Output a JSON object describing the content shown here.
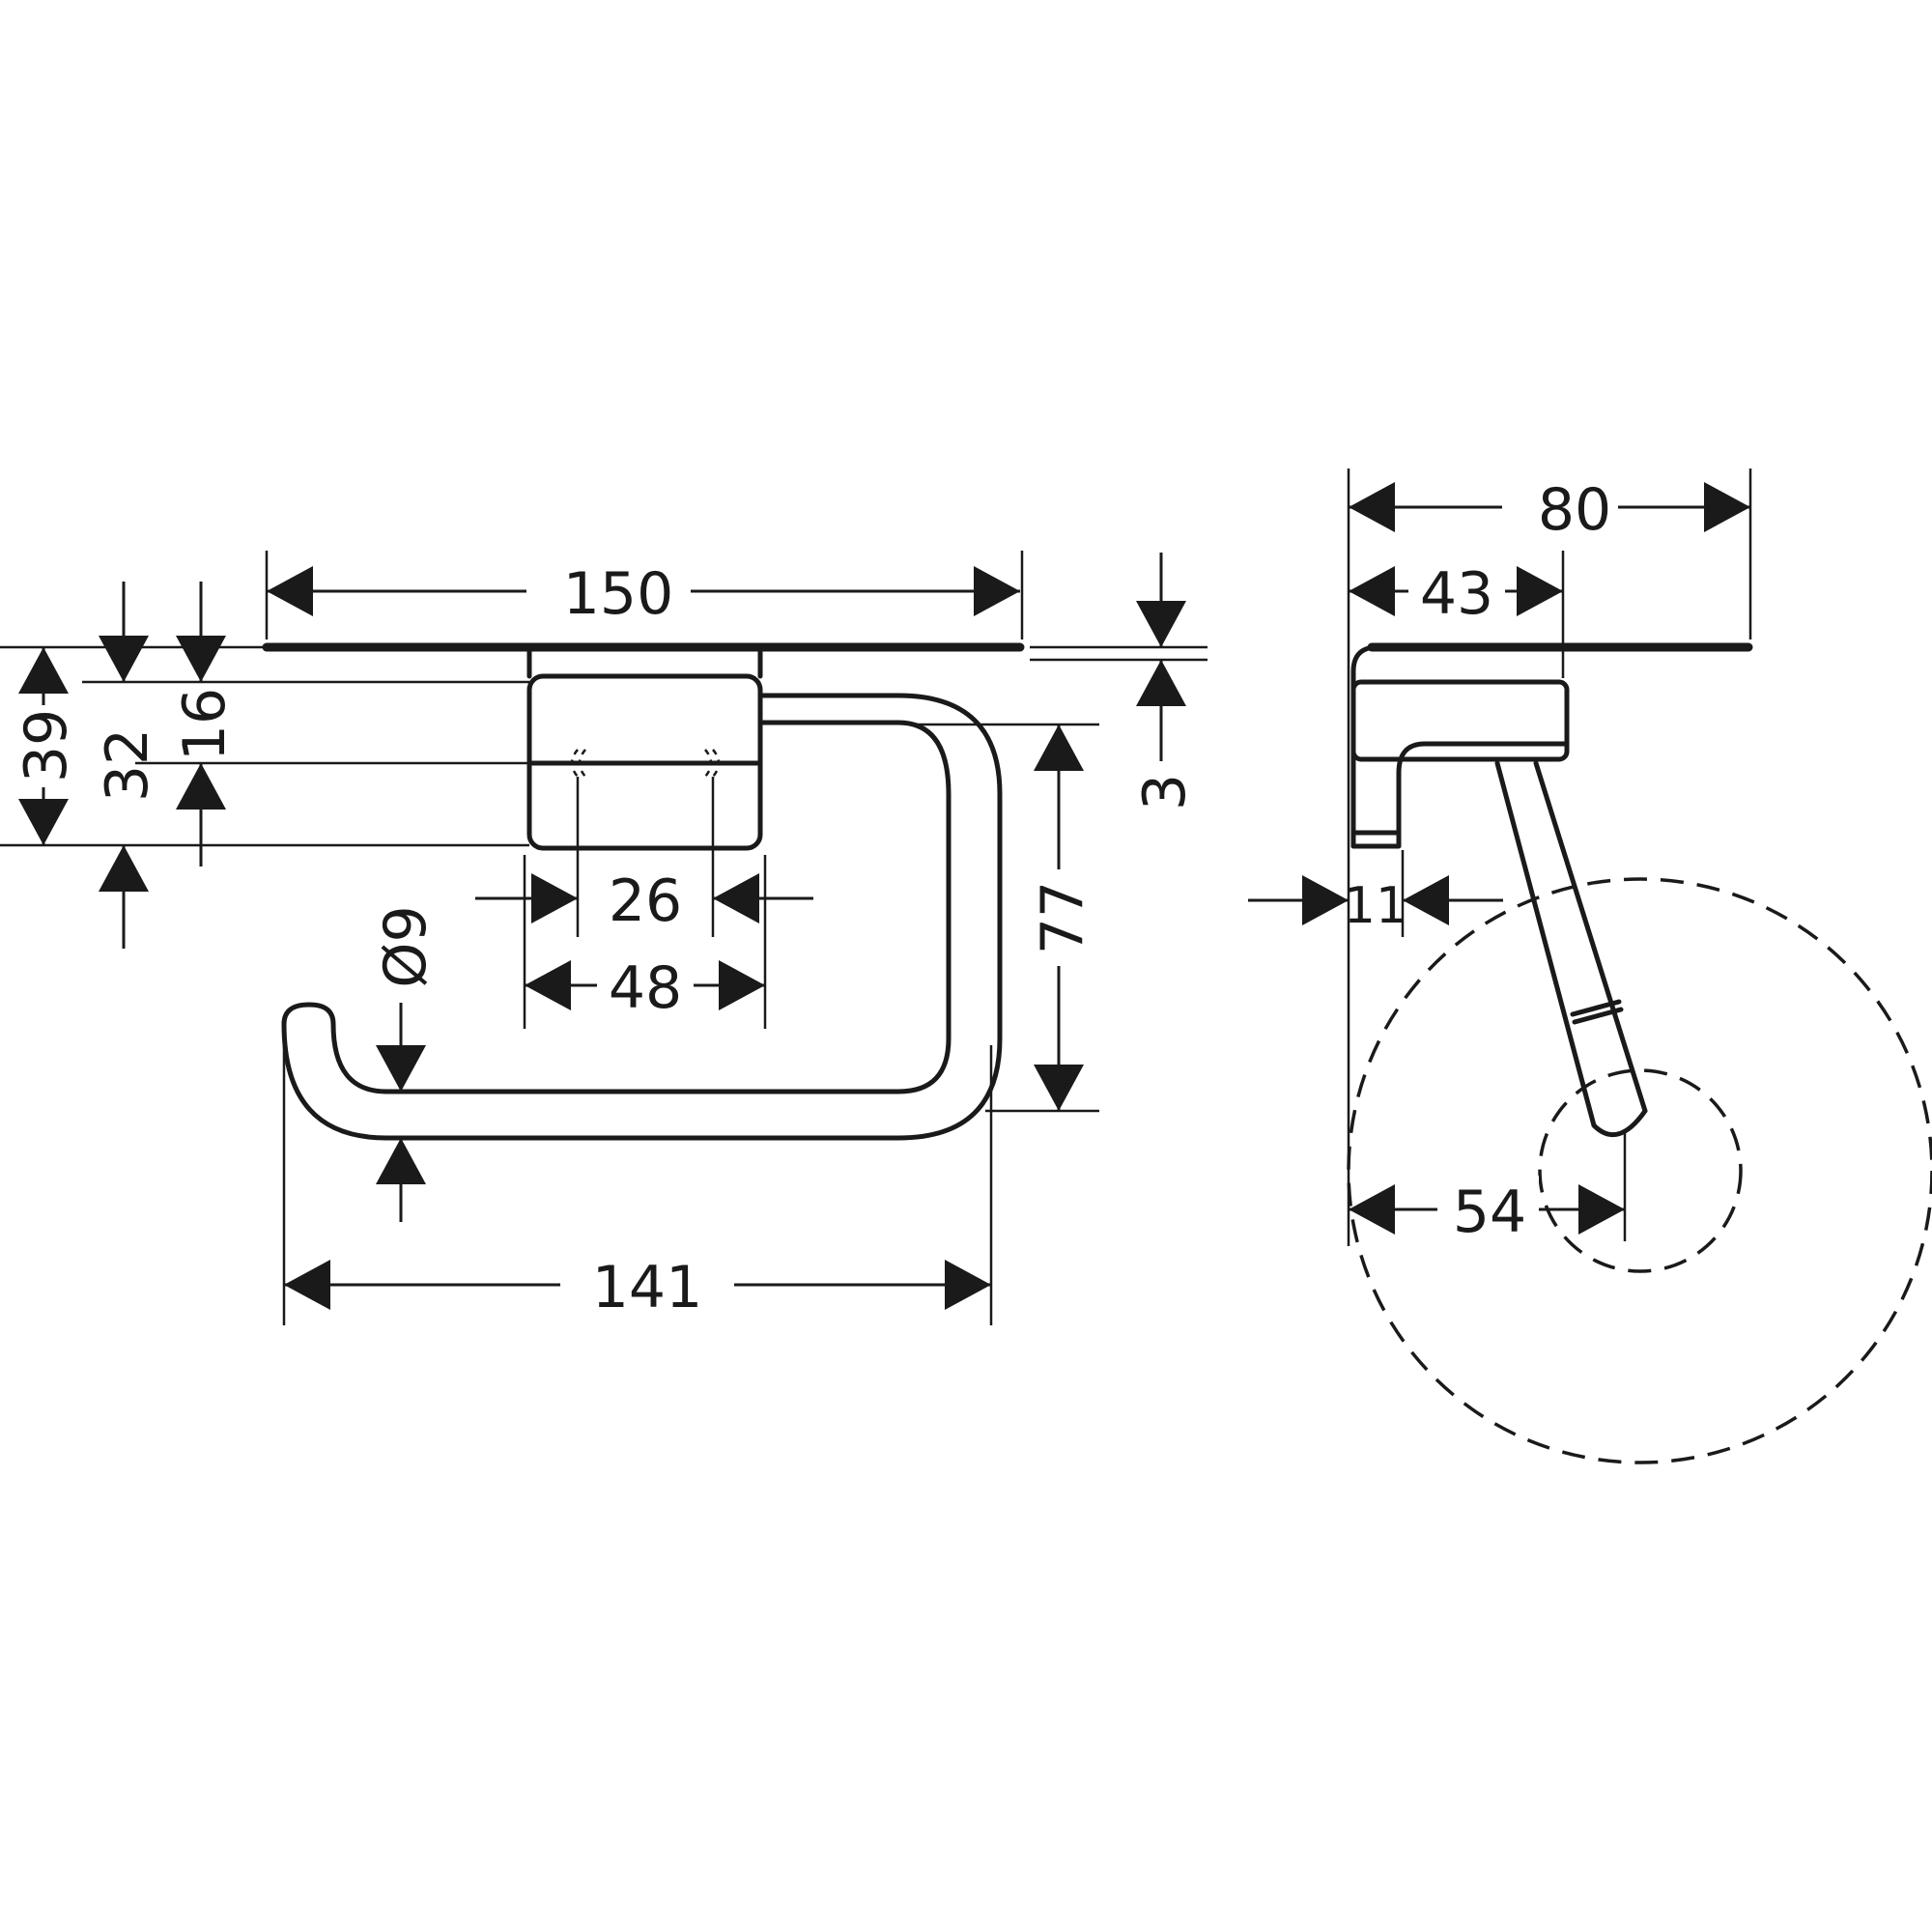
{
  "dimensions": {
    "front_view": {
      "overall_width": "150",
      "arm_reach": "141",
      "total_height": "39",
      "bracket_height": "32",
      "upper_section": "16",
      "shelf_thickness": "3",
      "hole_spacing": "26",
      "bracket_width": "48",
      "arm_drop": "77",
      "rod_diameter": "Ø9"
    },
    "side_view": {
      "overall_depth": "80",
      "bracket_depth": "43",
      "wall_plate": "11",
      "roll_axis_offset": "54"
    }
  }
}
